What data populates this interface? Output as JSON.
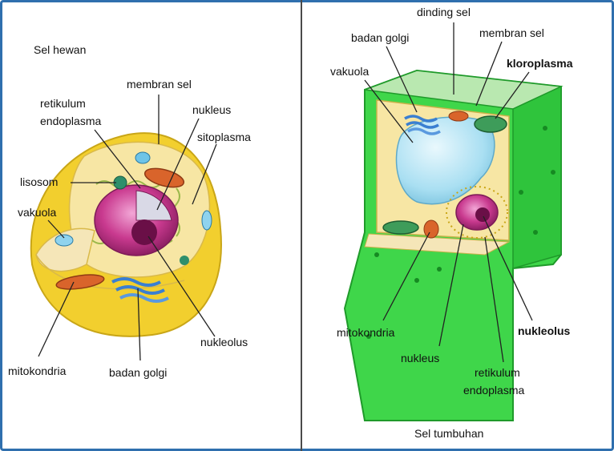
{
  "animal_cell": {
    "title": "Sel hewan",
    "labels": {
      "membran_sel": "membran sel",
      "retikulum_1": "retikulum",
      "retikulum_2": "endoplasma",
      "nukleus": "nukleus",
      "sitoplasma": "sitoplasma",
      "lisosom": "lisosom",
      "vakuola": "vakuola",
      "nukleolus": "nukleolus",
      "mitokondria": "mitokondria",
      "badan_golgi": "badan golgi"
    }
  },
  "plant_cell": {
    "title": "Sel tumbuhan",
    "labels": {
      "dinding_sel": "dinding sel",
      "badan_golgi": "badan golgi",
      "membran_sel": "membran sel",
      "kloroplasma": "kloroplasma",
      "vakuola": "vakuola",
      "mitokondria": "mitokondria",
      "nukleolus": "nukleolus",
      "nukleus": "nukleus",
      "retikulum_1": "retikulum",
      "retikulum_2": "endoplasma"
    }
  },
  "colors": {
    "frame": "#2f6fae",
    "cell_yellow": "#f2cf2e",
    "cytoplasm": "#f7e6a4",
    "nucleus": "#c93a8f",
    "plant_green": "#3fd64a",
    "vacuole": "#a9dff2"
  }
}
